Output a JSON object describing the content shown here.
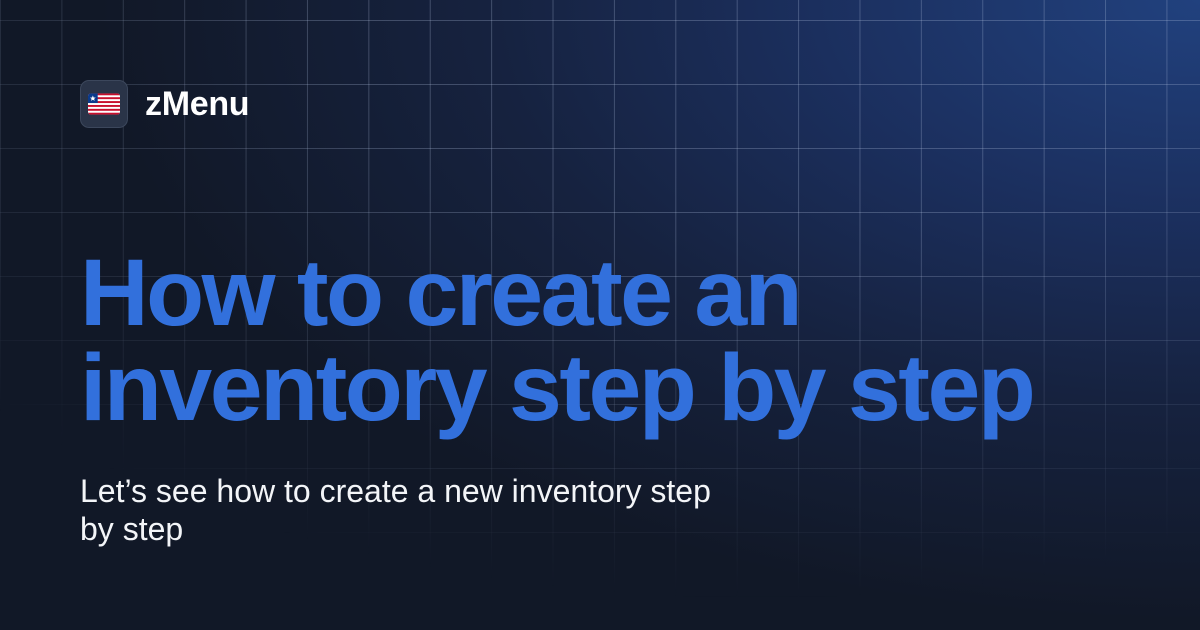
{
  "brand": {
    "name": "zMenu",
    "logo_icon": "liberia-flag-icon"
  },
  "headline": {
    "lines": [
      "How to create an",
      "inventory step by step"
    ]
  },
  "subtitle": {
    "lines": [
      "Let’s see how to create a new inventory step",
      "by step"
    ]
  },
  "colors": {
    "headline": "#3270dc",
    "subtitle": "#f3f5f8",
    "background_dark": "#111827",
    "background_accent": "#21417e",
    "logo_box": "#2a3448"
  }
}
